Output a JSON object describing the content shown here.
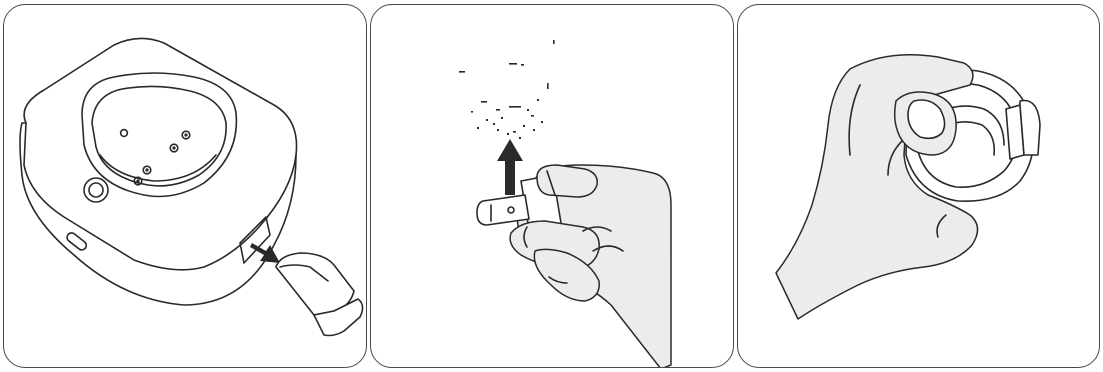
{
  "figure": {
    "panel_count": 3,
    "colors": {
      "outline": "#2a2a2a",
      "skin": "#ececec",
      "frame": "#4a4a4a",
      "background": "#ffffff"
    },
    "panels": [
      {
        "id": "step-1",
        "icon": "device-plug-removal-illustration"
      },
      {
        "id": "step-2",
        "icon": "dust-blowing-illustration"
      },
      {
        "id": "step-3",
        "icon": "plug-reinsertion-illustration"
      }
    ]
  }
}
